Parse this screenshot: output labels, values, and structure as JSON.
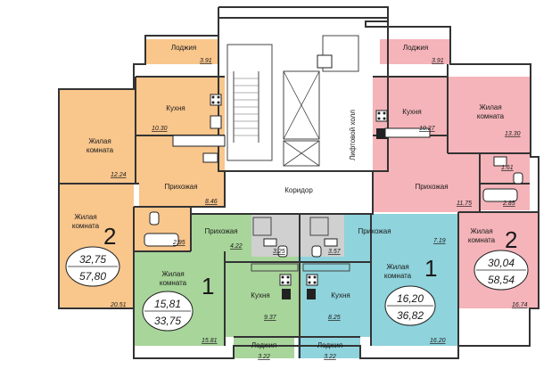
{
  "colors": {
    "orange": "#f9c68c",
    "pink": "#f4b4b9",
    "green": "#a8d59a",
    "cyan": "#8fd3dc",
    "grey": "#d0d0d0",
    "wall": "#3a3a3a"
  },
  "common": {
    "corridor": "Коридор",
    "lift_hall": "Лифтовой холл"
  },
  "apt_left2": {
    "loggia": "Лоджия",
    "loggia_area": "3.91",
    "kitchen": "Кухня",
    "kitchen_area": "10.30",
    "living1": "Жилая\nкомната",
    "living1_area": "12.24",
    "hall": "Прихожая",
    "hall_area": "8.46",
    "living2": "Жилая\nкомната",
    "rooms": "2",
    "bath_area": "2.95",
    "total_living": "32,75",
    "total_area": "57,80",
    "living2_area": "20.51"
  },
  "apt_right2": {
    "loggia": "Лоджия",
    "loggia_area": "3.91",
    "kitchen": "Кухня",
    "kitchen_area": "10.27",
    "living1": "Жилая\nкомната",
    "living1_area": "13.30",
    "wc_area": "1.61",
    "bath_area": "2.85",
    "hall": "Прихожая",
    "hall_area": "11.75",
    "living2": "Жилая\nкомната",
    "rooms": "2",
    "total_living": "30,04",
    "total_area": "58,54",
    "living2_area": "16.74"
  },
  "apt_green1": {
    "hall": "Прихожая",
    "hall_area": "4.22",
    "bath_area": "3.25",
    "living": "Жилая\nкомната",
    "rooms": "1",
    "kitchen": "Кухня",
    "kitchen_area": "9.37",
    "total_living": "15,81",
    "total_area": "33,75",
    "living_area": "15.81",
    "loggia": "Лоджия",
    "loggia_area": "3.22"
  },
  "apt_cyan1": {
    "hall": "Прихожая",
    "hall_area": "7.19",
    "bath_area": "3.57",
    "living": "Жилая\nкомната",
    "rooms": "1",
    "kitchen": "Кухня",
    "kitchen_area": "8.25",
    "total_living": "16,20",
    "total_area": "36,82",
    "living_area": "16.20",
    "loggia": "Лоджия",
    "loggia_area": "3.22"
  }
}
